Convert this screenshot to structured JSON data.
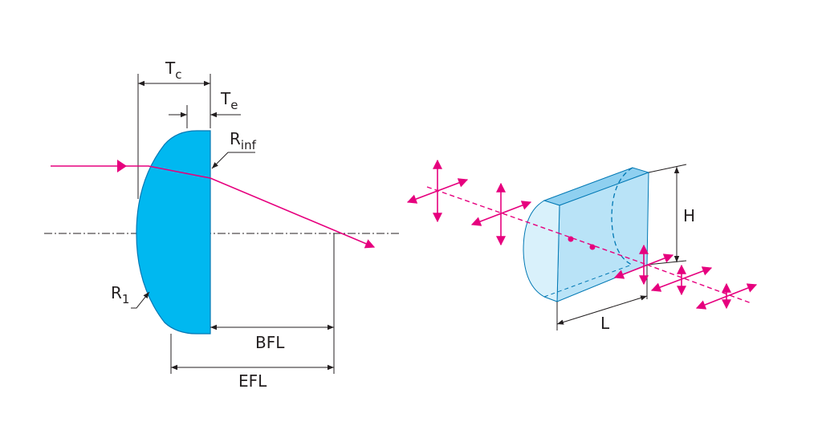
{
  "labels": {
    "tc_main": "T",
    "tc_sub": "c",
    "te_main": "T",
    "te_sub": "e",
    "rinf_main": "R",
    "rinf_sub": "inf",
    "r1_main": "R",
    "r1_sub": "1",
    "bfl": "BFL",
    "efl": "EFL",
    "h": "H",
    "l": "L"
  },
  "colors": {
    "lens_fill": "#00b8f0",
    "lens_stroke": "#0078b4",
    "beam": "#e6007e",
    "rod_face": "#b9e3f7",
    "rod_top": "#8fd0f0",
    "rod_end": "#d9f1fb",
    "line": "#231f20"
  }
}
